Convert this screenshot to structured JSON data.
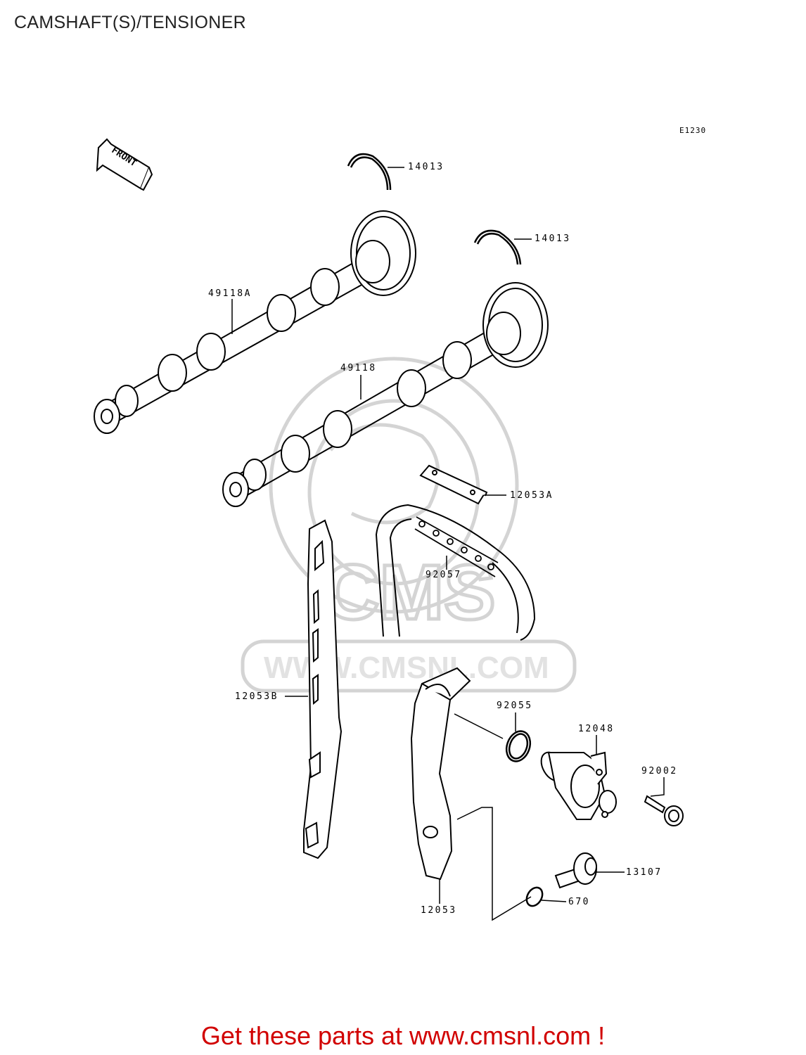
{
  "title": "CAMSHAFT(S)/TENSIONER",
  "diagram_code": "E1230",
  "front_marker": "FRONT",
  "watermark": {
    "text": "WWW.CMSNL.COM",
    "logo": "CMS"
  },
  "parts": [
    {
      "number": "14013"
    },
    {
      "number": "14013"
    },
    {
      "number": "49118A"
    },
    {
      "number": "49118"
    },
    {
      "number": "12053A"
    },
    {
      "number": "92057"
    },
    {
      "number": "12053B"
    },
    {
      "number": "92055"
    },
    {
      "number": "12048"
    },
    {
      "number": "92002"
    },
    {
      "number": "13107"
    },
    {
      "number": "12053"
    },
    {
      "number": "670"
    }
  ],
  "footer": {
    "promo": "Get these parts at www.cmsnl.com !"
  },
  "colors": {
    "promo": "#d10000",
    "line": "#000000",
    "watermark": "#d4d4d4"
  }
}
